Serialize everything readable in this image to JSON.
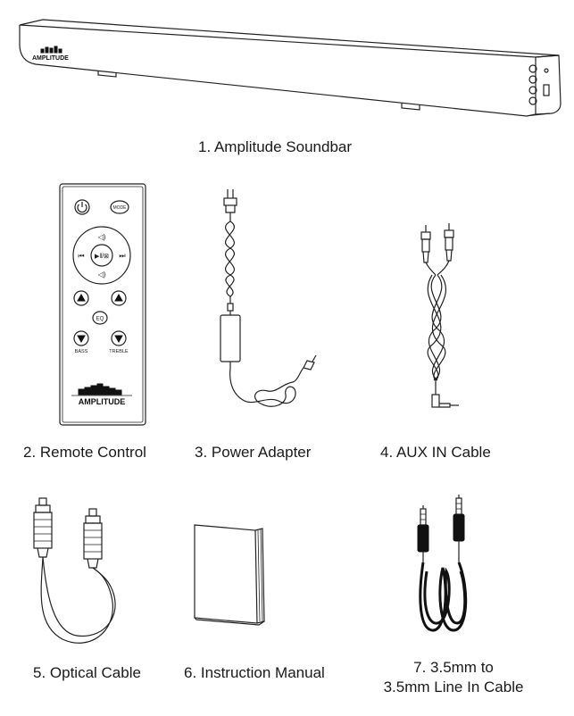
{
  "items": [
    {
      "label": "1.  Amplitude Soundbar"
    },
    {
      "label": "2. Remote Control"
    },
    {
      "label": "3. Power Adapter"
    },
    {
      "label": "4. AUX IN Cable"
    },
    {
      "label": "5. Optical Cable"
    },
    {
      "label": "6. Instruction Manual"
    },
    {
      "label_line1": "7. 3.5mm to",
      "label_line2": "3.5mm Line In Cable"
    }
  ],
  "brand": {
    "logo_text": "AMPLITUDE"
  },
  "remote": {
    "mode_label": "MODE",
    "eq_label": "EQ",
    "bass_label": "BASS",
    "treble_label": "TREBLE"
  }
}
